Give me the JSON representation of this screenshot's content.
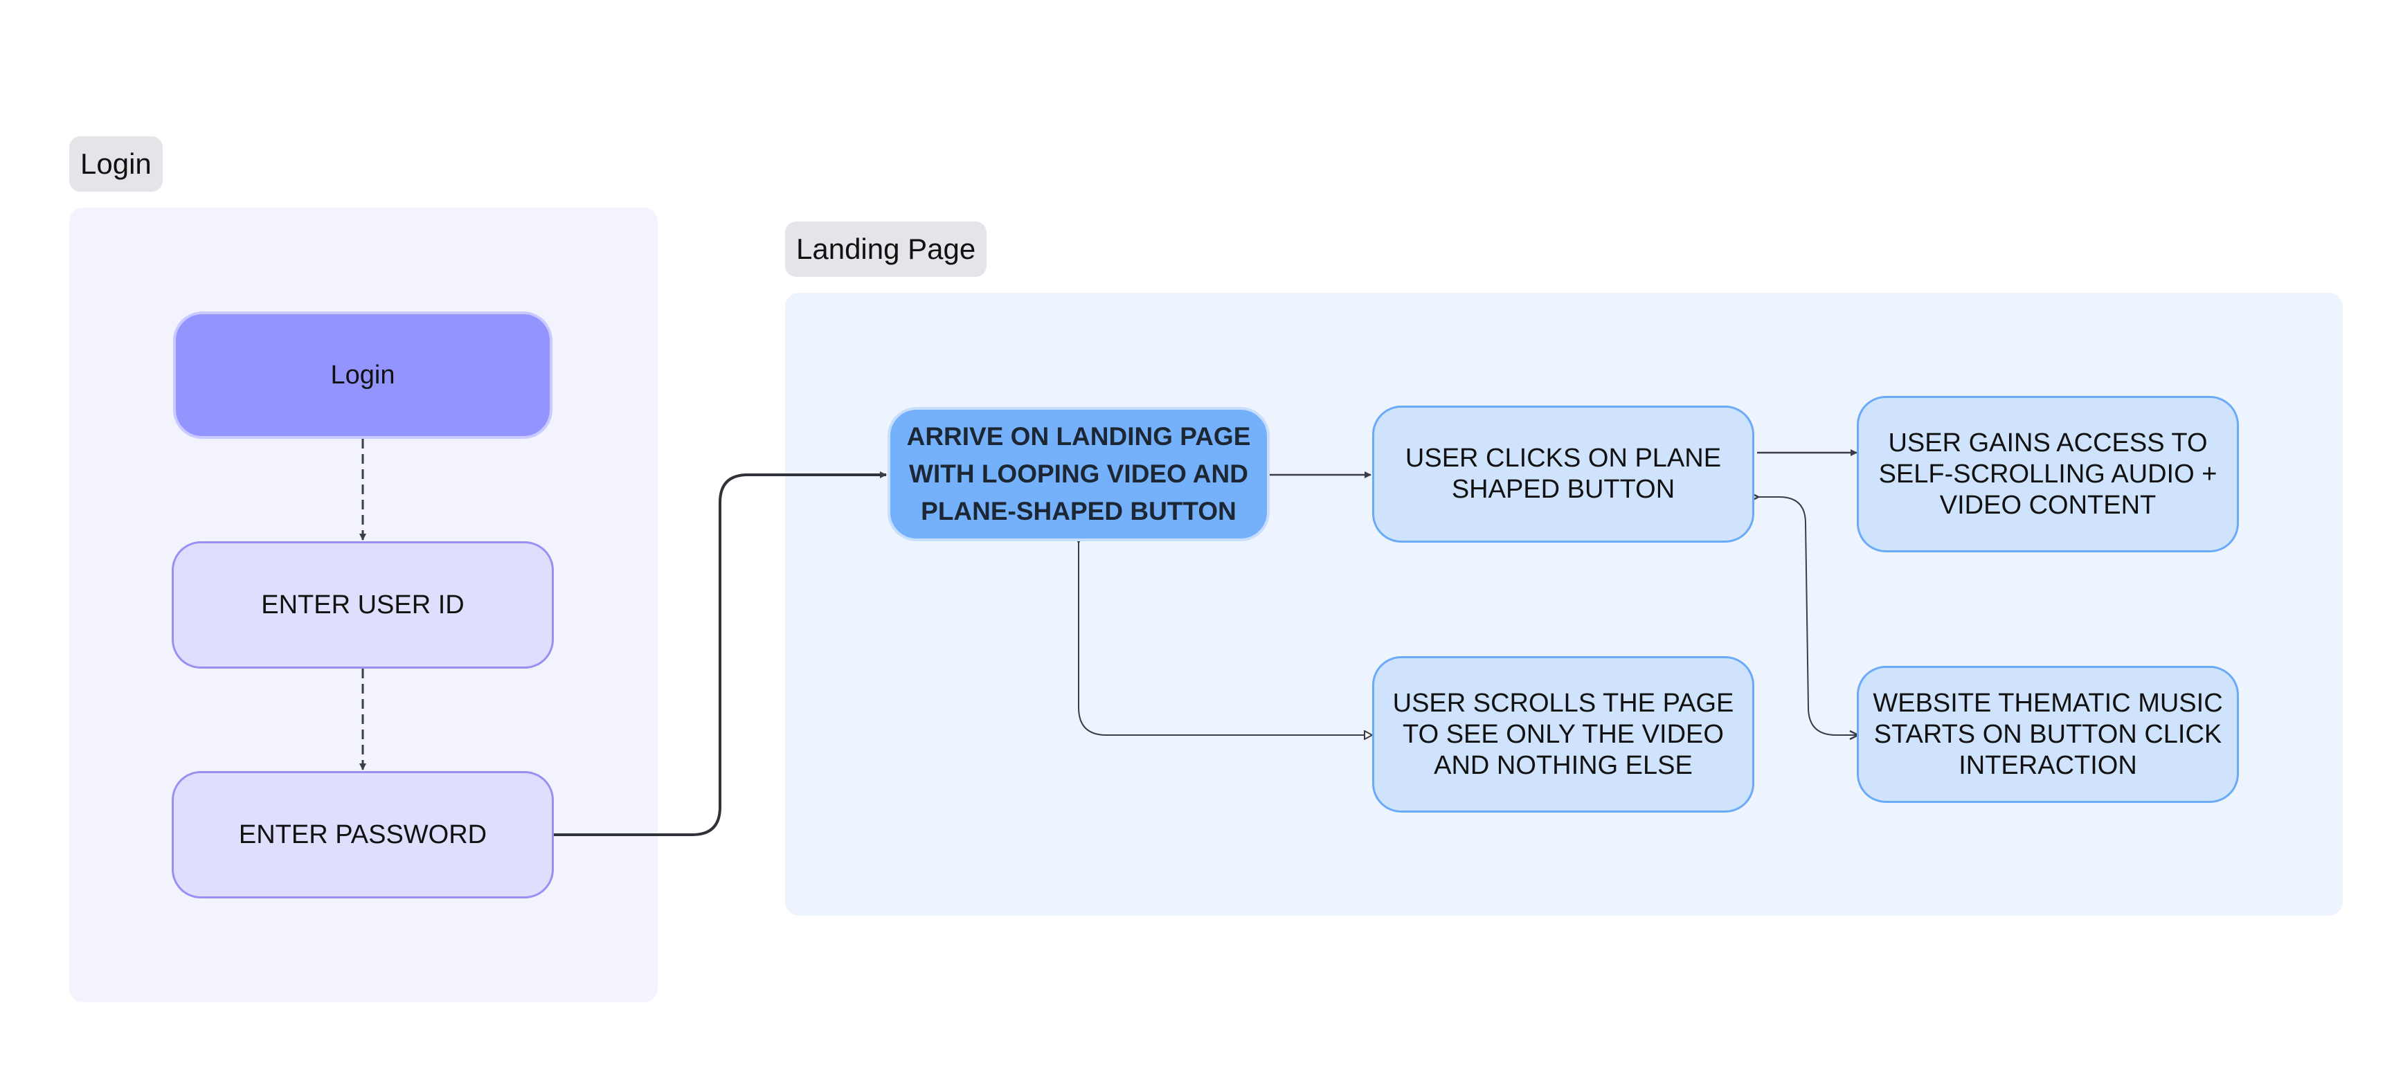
{
  "groups": {
    "login": {
      "title": "Login"
    },
    "landing": {
      "title": "Landing Page"
    }
  },
  "nodes": {
    "login": "Login",
    "enter_user_id": "ENTER USER ID",
    "enter_password": "ENTER PASSWORD",
    "arrive_landing": "ARRIVE ON  LANDING PAGE WITH LOOPING VIDEO AND PLANE-SHAPED BUTTON",
    "clicks_plane": "USER CLICKS ON PLANE SHAPED BUTTON",
    "gains_access": "USER GAINS ACCESS TO SELF-SCROLLING AUDIO + VIDEO CONTENT",
    "scrolls_page": "USER SCROLLS THE PAGE TO SEE ONLY THE VIDEO AND NOTHING ELSE",
    "thematic_music": "WEBSITE THEMATIC MUSIC STARTS ON BUTTON CLICK INTERACTION"
  },
  "colors": {
    "connector": "#3a3d45",
    "login_primary": "#9394fe",
    "landing_primary": "#75b1fb"
  }
}
